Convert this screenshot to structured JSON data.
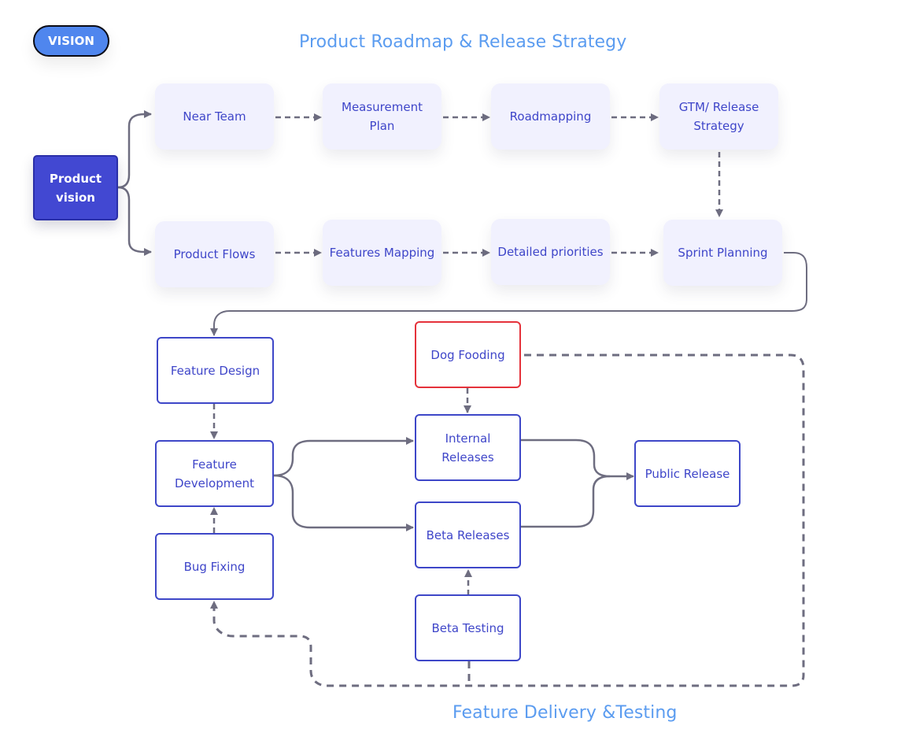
{
  "badge": {
    "label": "VISION"
  },
  "titles": {
    "top": "Product Roadmap & Release Strategy",
    "bottom": "Feature Delivery &Testing"
  },
  "colors": {
    "accent_blue": "#5b9cf0",
    "node_text": "#3f46c9",
    "node_outline": "#3e47c8",
    "highlight_red": "#e5323b",
    "primary_fill": "#4248d2",
    "soft_fill": "#f1f1fe",
    "connector": "#6e6d80"
  },
  "nodes": {
    "product_vision": "Product vision",
    "near_team": "Near Team",
    "measurement_plan": "Measurement Plan",
    "roadmapping": "Roadmapping",
    "gtm_release_strategy": "GTM/ Release Strategy",
    "product_flows": "Product Flows",
    "features_mapping": "Features Mapping",
    "detailed_priorities": "Detailed priorities",
    "sprint_planning": "Sprint Planning",
    "feature_design": "Feature Design",
    "dog_fooding": "Dog Fooding",
    "feature_development": "Feature Development",
    "internal_releases": "Internal Releases",
    "public_release": "Public Release",
    "beta_releases": "Beta Releases",
    "bug_fixing": "Bug Fixing",
    "beta_testing": "Beta Testing"
  },
  "edges": [
    {
      "from": "product_vision",
      "to": "near_team",
      "style": "solid"
    },
    {
      "from": "product_vision",
      "to": "product_flows",
      "style": "solid"
    },
    {
      "from": "near_team",
      "to": "measurement_plan",
      "style": "dashed"
    },
    {
      "from": "measurement_plan",
      "to": "roadmapping",
      "style": "dashed"
    },
    {
      "from": "roadmapping",
      "to": "gtm_release_strategy",
      "style": "dashed"
    },
    {
      "from": "gtm_release_strategy",
      "to": "sprint_planning",
      "style": "dashed"
    },
    {
      "from": "product_flows",
      "to": "features_mapping",
      "style": "dashed"
    },
    {
      "from": "features_mapping",
      "to": "detailed_priorities",
      "style": "dashed"
    },
    {
      "from": "detailed_priorities",
      "to": "sprint_planning",
      "style": "dashed"
    },
    {
      "from": "sprint_planning",
      "to": "feature_design",
      "style": "solid"
    },
    {
      "from": "feature_design",
      "to": "feature_development",
      "style": "dashed"
    },
    {
      "from": "bug_fixing",
      "to": "feature_development",
      "style": "dashed"
    },
    {
      "from": "feature_development",
      "to": "internal_releases",
      "style": "solid"
    },
    {
      "from": "feature_development",
      "to": "beta_releases",
      "style": "solid"
    },
    {
      "from": "dog_fooding",
      "to": "internal_releases",
      "style": "dashed"
    },
    {
      "from": "internal_releases",
      "to": "public_release",
      "style": "solid"
    },
    {
      "from": "beta_releases",
      "to": "public_release",
      "style": "solid"
    },
    {
      "from": "beta_testing",
      "to": "beta_releases",
      "style": "dashed"
    },
    {
      "from": "dog_fooding",
      "to": "bug_fixing",
      "style": "dashed"
    },
    {
      "from": "beta_testing",
      "to": "bug_fixing",
      "style": "dashed"
    }
  ]
}
